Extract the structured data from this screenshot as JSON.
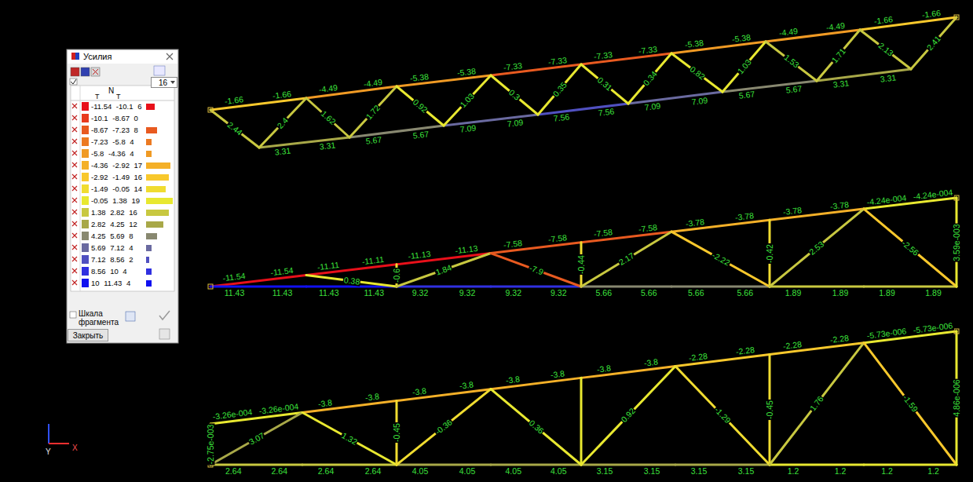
{
  "diagram": {
    "title": "Усилия",
    "nodes": [
      {
        "text": [
          "16"
        ]
      },
      {
        "text": [
          "Закрыть"
        ]
      }
    ],
    "labels": [
      "N",
      "T",
      "T",
      "Шкала фрагмента",
      "Y",
      "X",
      "-1.66",
      "-1.66",
      "-4.49",
      "-4.49",
      "-5.38",
      "-5.38",
      "-7.33",
      "-7.33",
      "-7.33",
      "-7.33",
      "-5.38",
      "-5.38",
      "-4.49",
      "-4.49",
      "-1.66",
      "-1.66",
      "3.31",
      "3.31",
      "5.67",
      "5.67",
      "7.09",
      "7.09",
      "7.56",
      "7.56",
      "7.09",
      "7.09",
      "5.67",
      "5.67",
      "3.31",
      "3.31",
      "2.44",
      "2.4",
      "1.62",
      "1.72",
      "0.92",
      "1.03",
      "0.3",
      "0.35",
      "0.31",
      "0.34",
      "0.82",
      "1.03",
      "1.53",
      "1.71",
      "2.13",
      "2.41",
      "-11.54",
      "-11.54",
      "-11.11",
      "-11.11",
      "-11.13",
      "-11.13",
      "-7.58",
      "-7.58",
      "-7.58",
      "-7.58",
      "-3.78",
      "-3.78",
      "-3.78",
      "-3.78",
      "-4.24e-004",
      "-4.24e-004",
      "11.43",
      "11.43",
      "11.43",
      "11.43",
      "9.32",
      "9.32",
      "9.32",
      "9.32",
      "5.66",
      "5.66",
      "5.66",
      "5.66",
      "1.89",
      "1.89",
      "1.89",
      "1.89",
      "0.38",
      "-0.6",
      "1.84",
      "-7.9",
      "-0.44",
      "2.17",
      "-2.22",
      "-0.42",
      "2.53",
      "-2.56",
      "3.59e-003",
      "-3.26e-004",
      "-3.26e-004",
      "-3.8",
      "-3.8",
      "-3.8",
      "-3.8",
      "-3.8",
      "-3.8",
      "-3.8",
      "-3.8",
      "-2.28",
      "-2.28",
      "-2.28",
      "-2.28",
      "-5.73e-006",
      "-5.73e-006",
      "2.64",
      "2.64",
      "2.64",
      "2.64",
      "4.05",
      "4.05",
      "4.05",
      "4.05",
      "3.15",
      "3.15",
      "3.15",
      "3.15",
      "1.2",
      "1.2",
      "1.2",
      "1.2",
      "-2.75e-003",
      "3.07",
      "1.32",
      "-0.45",
      "-0.36",
      "0.36",
      "0.92",
      "-1.29",
      "-0.45",
      "1.76",
      "-1.59",
      "4.86e-006"
    ],
    "legend": [
      {
        "text": "-11.54 -10.1 6",
        "color": "#e8101a"
      },
      {
        "text": "-10.1 -8.67 0",
        "color": "#e83a1e"
      },
      {
        "text": "-8.67 -7.23 8",
        "color": "#e85a20"
      },
      {
        "text": "-7.23 -5.8 4",
        "color": "#ec7a22"
      },
      {
        "text": "-5.8 -4.36 4",
        "color": "#f09a24"
      },
      {
        "text": "-4.36 -2.92 17",
        "color": "#f4b028"
      },
      {
        "text": "-2.92 -1.49 16",
        "color": "#f8c82c"
      },
      {
        "text": "-1.49 -0.05 14",
        "color": "#f0dc30"
      },
      {
        "text": "-0.05 1.38 19",
        "color": "#e8e830"
      },
      {
        "text": "1.38 2.82 16",
        "color": "#c8c840"
      },
      {
        "text": "2.82 4.25 12",
        "color": "#a8a848"
      },
      {
        "text": "4.25 5.69 8",
        "color": "#888870"
      },
      {
        "text": "5.69 7.12 4",
        "color": "#6a6aa0"
      },
      {
        "text": "7.12 8.56 2",
        "color": "#5050c0"
      },
      {
        "text": "8.56 10 4",
        "color": "#3030e0"
      },
      {
        "text": "10 11.43 4",
        "color": "#1010f0"
      }
    ]
  }
}
